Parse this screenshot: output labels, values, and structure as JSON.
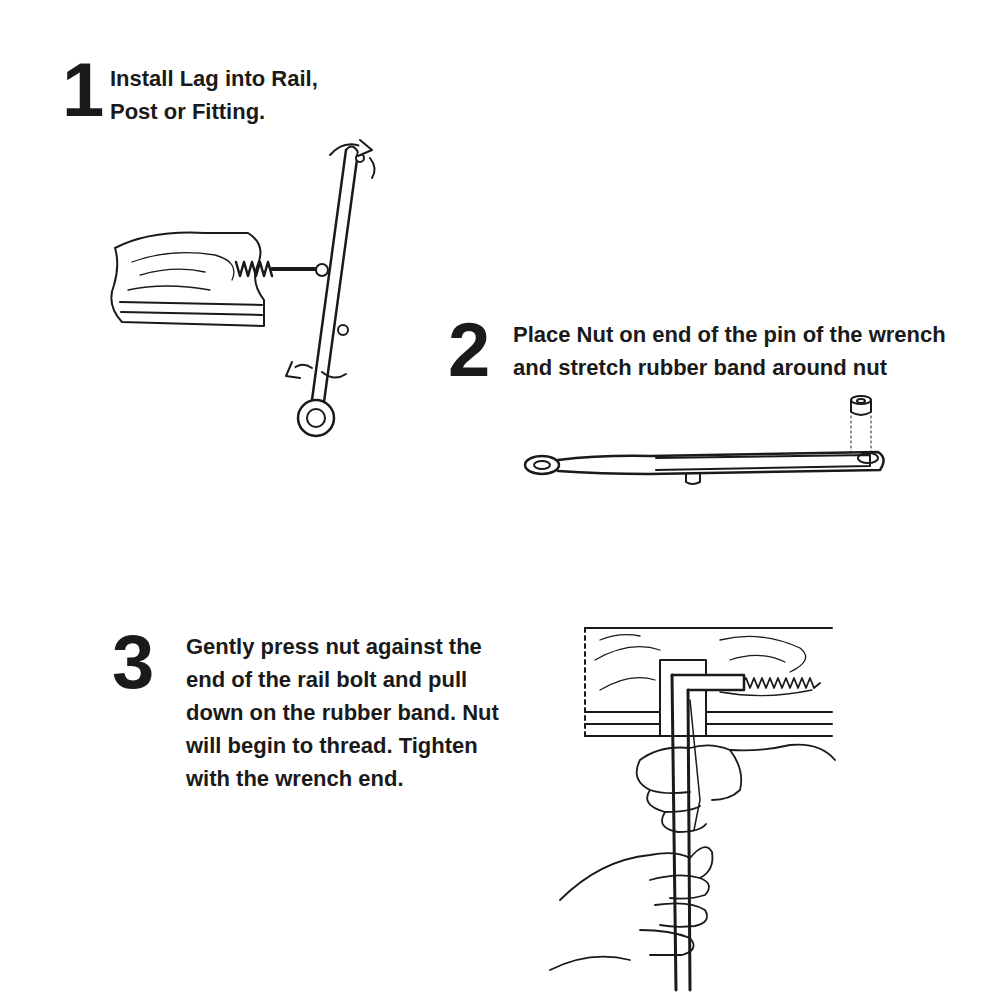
{
  "diagram": {
    "labels": [
      "1",
      "Install Lag into Rail, Post or Fitting.",
      "2",
      "Place Nut on end of the pin of the wrench and stretch rubber band around nut",
      "3",
      "Gently press nut against the end of the rail bolt and pull down on the rubber band. Nut will begin to thread. Tighten with the wrench end."
    ]
  }
}
